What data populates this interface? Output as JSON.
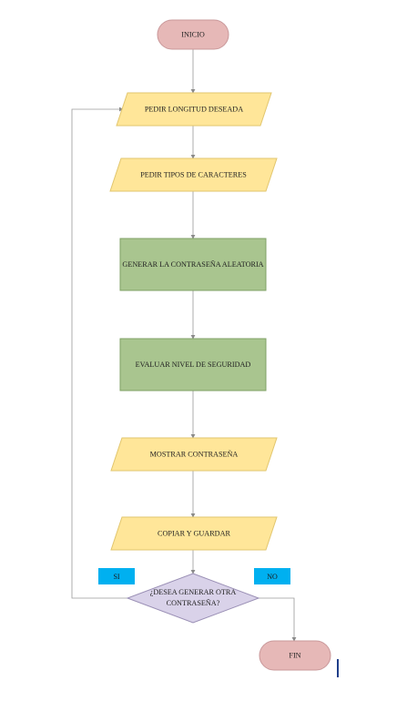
{
  "colors": {
    "terminal_fill": "#e6b8b7",
    "terminal_stroke": "#c9989a",
    "io_fill": "#ffe699",
    "io_stroke": "#e2c66e",
    "process_fill": "#a9c58f",
    "process_stroke": "#7fa164",
    "decision_fill": "#d9d2e9",
    "decision_stroke": "#9a8fb5",
    "connector": "#9a9a9a",
    "branch_label_bg": "#00b0f0"
  },
  "nodes": {
    "start": "INICIO",
    "ask_length": "PEDIR LONGITUD DESEADA",
    "ask_types": "PEDIR TIPOS DE CARACTERES",
    "generate": "GENERAR LA CONTRASEÑA ALEATORIA",
    "evaluate": "EVALUAR NIVEL DE SEGURIDAD",
    "show": "MOSTRAR CONTRASEÑA",
    "copy_save": "COPIAR Y GUARDAR",
    "decision_line1": "¿DESEA GENERAR OTRA",
    "decision_line2": "CONTRASEÑA?",
    "end": "FIN"
  },
  "branches": {
    "yes": "SI",
    "no": "NO"
  }
}
